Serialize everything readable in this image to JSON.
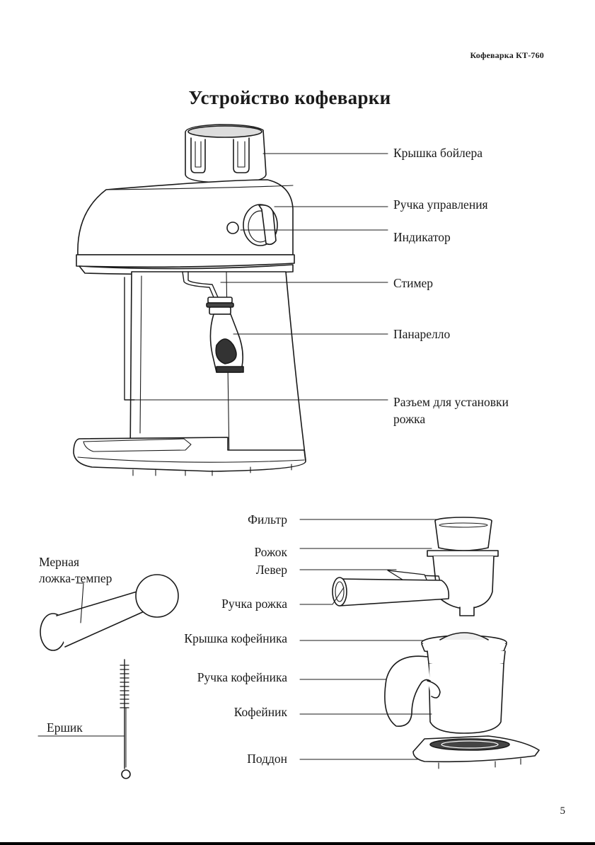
{
  "header": {
    "title": "Кофеварка КТ-760"
  },
  "page": {
    "title": "Устройство кофеварки",
    "number": "5"
  },
  "machine_labels": {
    "boiler_lid": "Крышка бойлера",
    "control_knob": "Ручка управления",
    "indicator": "Индикатор",
    "steamer": "Стимер",
    "panarello": "Панарелло",
    "holder_socket_line1": "Разъем для установки",
    "holder_socket_line2": "рожка"
  },
  "accessory_labels": {
    "filter": "Фильтр",
    "holder": "Рожок",
    "lever": "Левер",
    "holder_handle": "Ручка рожка",
    "pot_lid": "Крышка кофейника",
    "pot_handle": "Ручка кофейника",
    "pot": "Кофейник",
    "tray": "Поддон",
    "scoop_line1": "Мерная",
    "scoop_line2": "ложка-темпер",
    "brush": "Ершик"
  }
}
